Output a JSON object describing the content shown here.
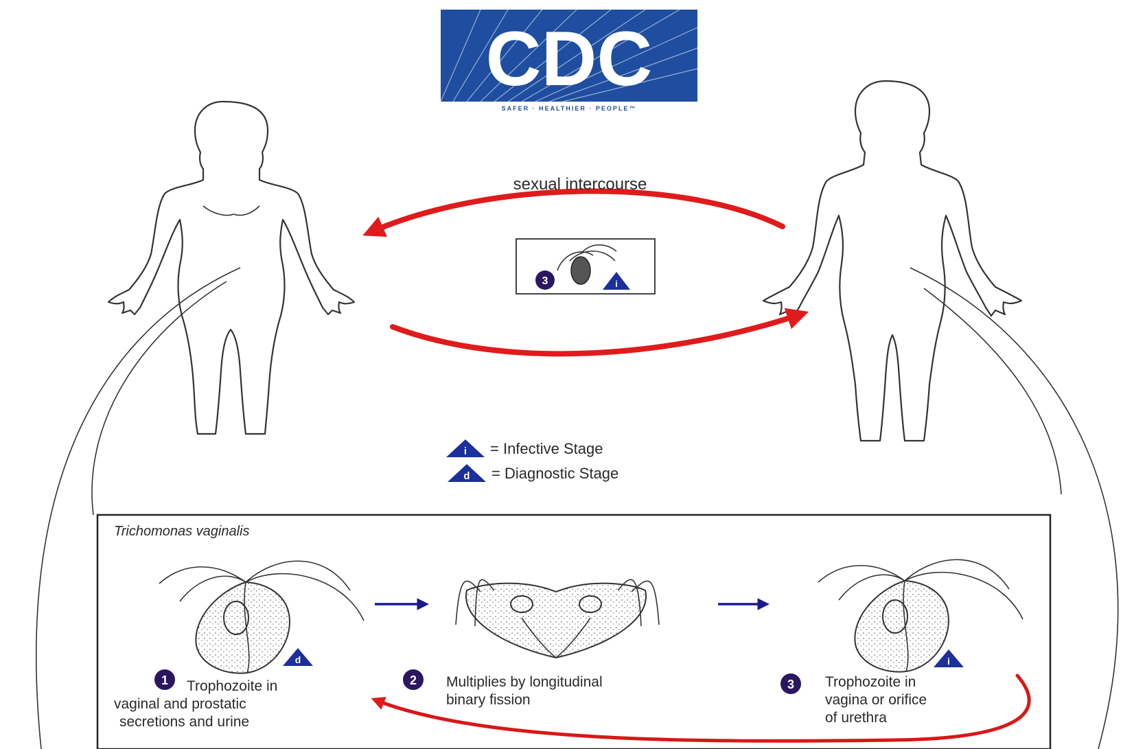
{
  "logo": {
    "text": "CDC",
    "tagline": "SAFER · HEALTHIER · PEOPLE™",
    "colors": {
      "background": "#1f4ea0",
      "foreground": "#ffffff"
    }
  },
  "transmission": {
    "label": "sexual intercourse"
  },
  "legend": {
    "infective": {
      "marker": "i",
      "text": "= Infective Stage"
    },
    "diagnostic": {
      "marker": "d",
      "text": "= Diagnostic Stage"
    }
  },
  "lifecycle": {
    "title": "Trichomonas vaginalis",
    "stages": [
      {
        "number": "1",
        "marker": "d",
        "lines": [
          "Trophozoite in",
          "vaginal and prostatic",
          "secretions and urine"
        ]
      },
      {
        "number": "2",
        "lines": [
          "Multiplies by longitudinal",
          "binary fission"
        ]
      },
      {
        "number": "3",
        "marker": "i",
        "lines": [
          "Trophozoite in",
          "vagina or orifice",
          "of urethra"
        ]
      }
    ],
    "center_badge": {
      "number": "3",
      "marker": "i"
    }
  },
  "colors": {
    "arrow_red": "#e01b1b",
    "arrow_blue": "#1a1a8c",
    "badge_purple": "#2b1660",
    "triangle_blue": "#1c2f9a"
  }
}
